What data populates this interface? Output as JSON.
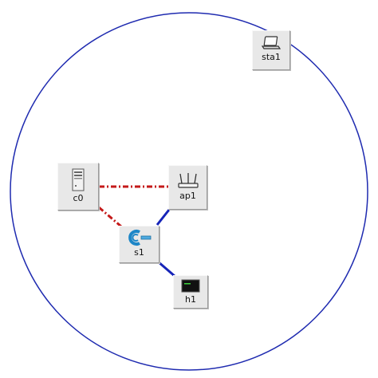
{
  "topology": {
    "range_circle": {
      "color": "#1f2bb0"
    },
    "links": [
      {
        "from": "c0",
        "to": "ap1",
        "style": "controller",
        "color": "#c41a1a"
      },
      {
        "from": "c0",
        "to": "s1",
        "style": "controller",
        "color": "#c41a1a"
      },
      {
        "from": "s1",
        "to": "ap1",
        "style": "data",
        "color": "#1624b8"
      },
      {
        "from": "s1",
        "to": "h1",
        "style": "data",
        "color": "#1624b8"
      }
    ],
    "nodes": {
      "sta1": {
        "label": "sta1",
        "icon": "laptop-icon"
      },
      "c0": {
        "label": "c0",
        "icon": "server-icon"
      },
      "ap1": {
        "label": "ap1",
        "icon": "access-point-icon"
      },
      "s1": {
        "label": "s1",
        "icon": "switch-icon"
      },
      "h1": {
        "label": "h1",
        "icon": "terminal-icon"
      }
    }
  }
}
